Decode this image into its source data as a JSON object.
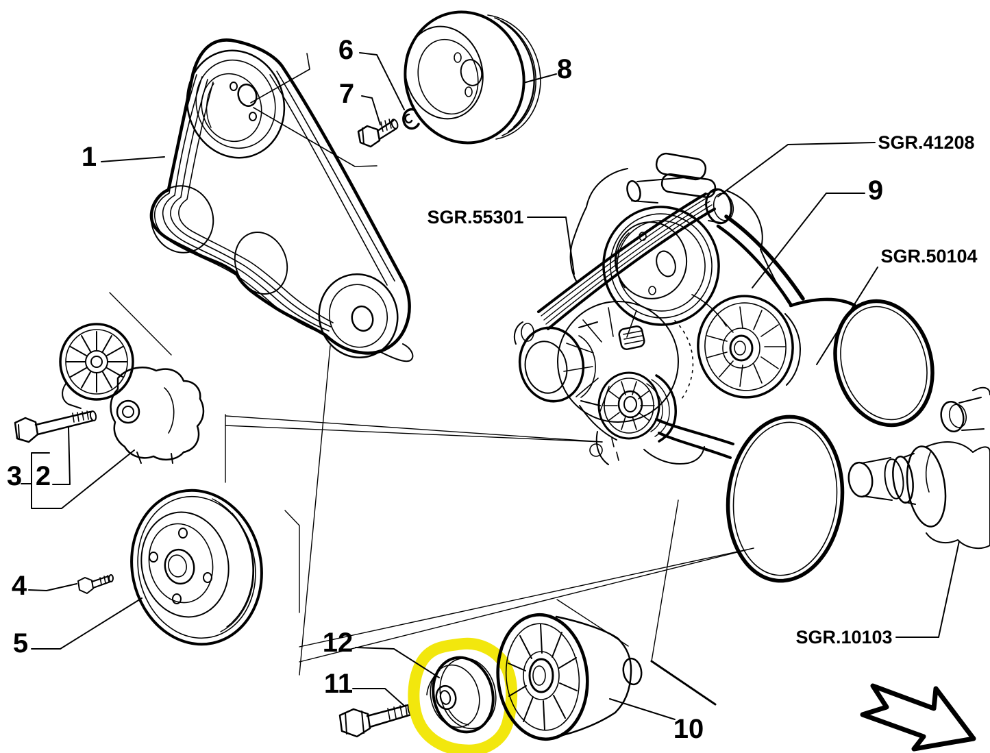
{
  "diagram": {
    "background": "#ffffff",
    "ink_color": "#000000",
    "highlight_color": "#f2e70d",
    "part_labels": [
      {
        "num": "1"
      },
      {
        "num": "2"
      },
      {
        "num": "3"
      },
      {
        "num": "4"
      },
      {
        "num": "5"
      },
      {
        "num": "6"
      },
      {
        "num": "7"
      },
      {
        "num": "8"
      },
      {
        "num": "9"
      },
      {
        "num": "10"
      },
      {
        "num": "11"
      },
      {
        "num": "12"
      }
    ],
    "group_labels": [
      {
        "code": "SGR.41208"
      },
      {
        "code": "SGR.55301"
      },
      {
        "code": "SGR.50104"
      },
      {
        "code": "SGR.10103"
      }
    ],
    "highlighted_part": "12"
  }
}
